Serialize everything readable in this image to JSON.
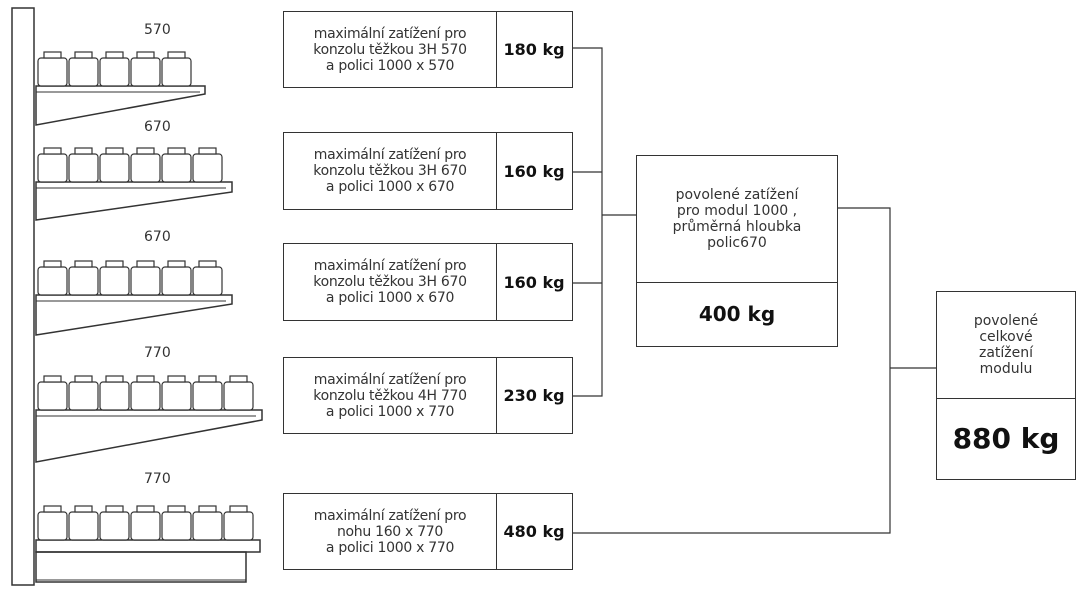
{
  "shelf_depths": [
    "570",
    "670",
    "670",
    "770",
    "770"
  ],
  "loads": [
    {
      "description": "maximální zatížení pro\nkonzolu těžkou 3H 570\na polici 1000 x 570",
      "value": "180 kg"
    },
    {
      "description": "maximální zatížení pro\nkonzolu těžkou 3H 670\na polici 1000 x 670",
      "value": "160 kg"
    },
    {
      "description": "maximální zatížení pro\nkonzolu těžkou 3H 670\na polici 1000 x 670",
      "value": "160 kg"
    },
    {
      "description": "maximální zatížení pro\nkonzolu těžkou 4H 770\na polici 1000 x 770",
      "value": "230 kg"
    },
    {
      "description": "maximální zatížení pro\nnohu 160 x 770\na polici 1000 x 770",
      "value": "480 kg"
    }
  ],
  "module_load": {
    "label": "povolené zatížení\npro modul 1000 ,\nprůměrná hloubka\npolic670",
    "value": "400 kg"
  },
  "total_load": {
    "label": "povolené\ncelkové\nzatížení\nmodulu",
    "value": "880 kg"
  },
  "colors": {
    "line": "#333333",
    "background": "#ffffff"
  }
}
